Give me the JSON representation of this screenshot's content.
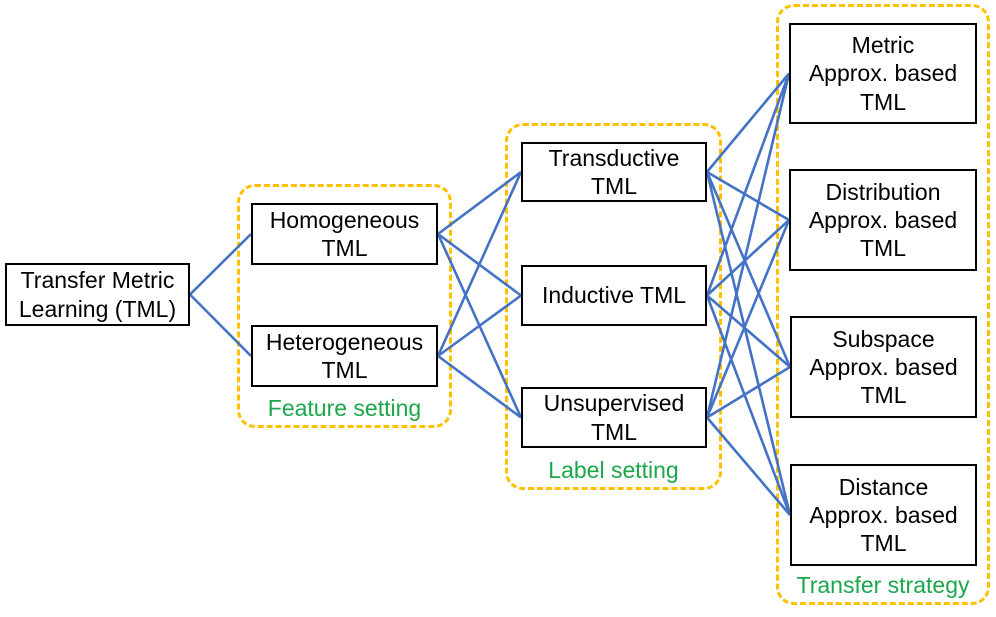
{
  "colors": {
    "edge": "#4472C4",
    "group_border": "#FFC000",
    "group_label": "#1CA74B",
    "node_border": "#000000",
    "node_text": "#000000",
    "background": "#FFFFFF"
  },
  "nodes": {
    "root": {
      "label": "Transfer Metric\nLearning (TML)"
    },
    "homogeneous": {
      "label": "Homogeneous\nTML"
    },
    "heterogeneous": {
      "label": "Heterogeneous\nTML"
    },
    "transductive": {
      "label": "Transductive\nTML"
    },
    "inductive": {
      "label": "Inductive TML"
    },
    "unsupervised": {
      "label": "Unsupervised\nTML"
    },
    "metric": {
      "label": "Metric\nApprox. based\nTML"
    },
    "distribution": {
      "label": "Distribution\nApprox. based\nTML"
    },
    "subspace": {
      "label": "Subspace\nApprox. based\nTML"
    },
    "distance": {
      "label": "Distance\nApprox. based\nTML"
    }
  },
  "groups": {
    "feature": {
      "label": "Feature setting"
    },
    "label_setting": {
      "label": "Label setting"
    },
    "strategy": {
      "label": "Transfer strategy"
    }
  },
  "edges": [
    {
      "from": "root",
      "to": "homogeneous"
    },
    {
      "from": "root",
      "to": "heterogeneous"
    },
    {
      "from": "homogeneous",
      "to": "transductive"
    },
    {
      "from": "homogeneous",
      "to": "inductive"
    },
    {
      "from": "homogeneous",
      "to": "unsupervised"
    },
    {
      "from": "heterogeneous",
      "to": "transductive"
    },
    {
      "from": "heterogeneous",
      "to": "inductive"
    },
    {
      "from": "heterogeneous",
      "to": "unsupervised"
    },
    {
      "from": "transductive",
      "to": "metric"
    },
    {
      "from": "transductive",
      "to": "distribution"
    },
    {
      "from": "transductive",
      "to": "subspace"
    },
    {
      "from": "transductive",
      "to": "distance"
    },
    {
      "from": "inductive",
      "to": "metric"
    },
    {
      "from": "inductive",
      "to": "distribution"
    },
    {
      "from": "inductive",
      "to": "subspace"
    },
    {
      "from": "inductive",
      "to": "distance"
    },
    {
      "from": "unsupervised",
      "to": "metric"
    },
    {
      "from": "unsupervised",
      "to": "distribution"
    },
    {
      "from": "unsupervised",
      "to": "subspace"
    },
    {
      "from": "unsupervised",
      "to": "distance"
    }
  ]
}
